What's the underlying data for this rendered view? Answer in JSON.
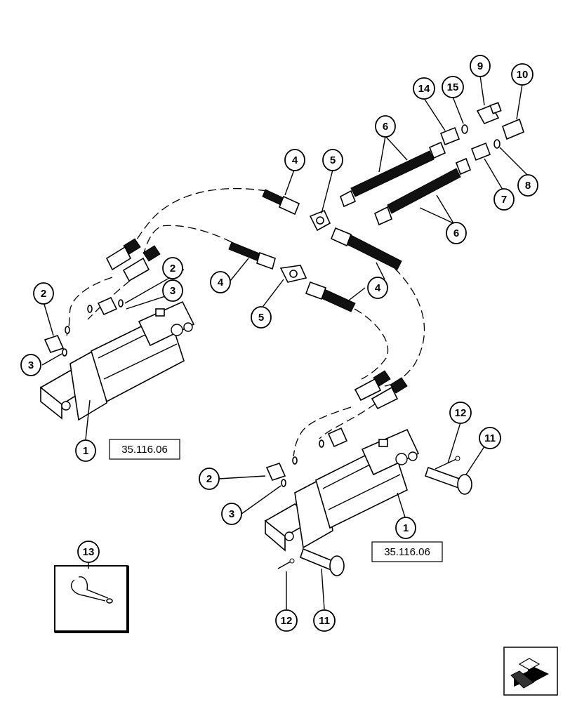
{
  "callouts": {
    "c1a": "1",
    "c1b": "1",
    "c2a": "2",
    "c2b": "2",
    "c2c": "2",
    "c3a": "3",
    "c3b": "3",
    "c3c": "3",
    "c4a": "4",
    "c4b": "4",
    "c4c": "4",
    "c5a": "5",
    "c5b": "5",
    "c6a": "6",
    "c6b": "6",
    "c7": "7",
    "c8": "8",
    "c9": "9",
    "c10": "10",
    "c11a": "11",
    "c11b": "11",
    "c12a": "12",
    "c12b": "12",
    "c13": "13",
    "c14": "14",
    "c15": "15"
  },
  "references": {
    "ref_left": "35.116.06",
    "ref_right": "35.116.06"
  },
  "nav": {
    "icon": "next-page-arrow-icon"
  }
}
